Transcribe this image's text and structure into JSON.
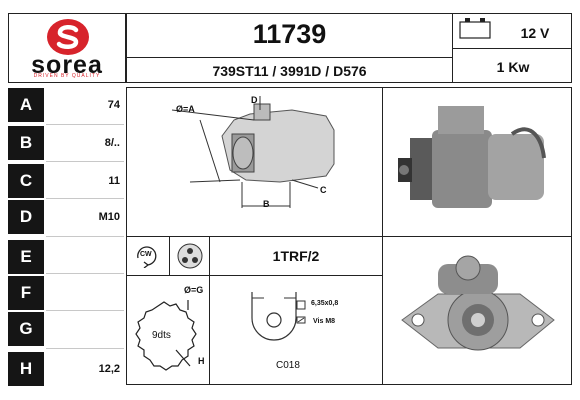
{
  "brand": {
    "name": "sorea",
    "tagline": "DRIVEN BY QUALITY",
    "color": "#d7232b"
  },
  "header": {
    "part_number": "11739",
    "references": "739ST11 / 3991D / D576",
    "voltage": "12 V",
    "power": "1 Kw",
    "battery_icon": "battery-icon"
  },
  "rows": [
    {
      "letter": "A",
      "value": "74"
    },
    {
      "letter": "B",
      "value": "8/.."
    },
    {
      "letter": "C",
      "value": "11"
    },
    {
      "letter": "D",
      "value": "M10"
    },
    {
      "letter": "E",
      "value": ""
    },
    {
      "letter": "F",
      "value": ""
    },
    {
      "letter": "G",
      "value": ""
    },
    {
      "letter": "H",
      "value": "12,2"
    }
  ],
  "diagram": {
    "label_a": "Ø=A",
    "label_b": "B",
    "label_c": "C",
    "label_d": "D"
  },
  "rotation": {
    "label": "CW",
    "mount_code": "1TRF/2"
  },
  "pinion": {
    "label_g": "Ø=G",
    "teeth": "9dts",
    "label_h": "H"
  },
  "terminal": {
    "spec_1": "6,35x0,8",
    "spec_2": "Vis M8",
    "code": "C018"
  }
}
